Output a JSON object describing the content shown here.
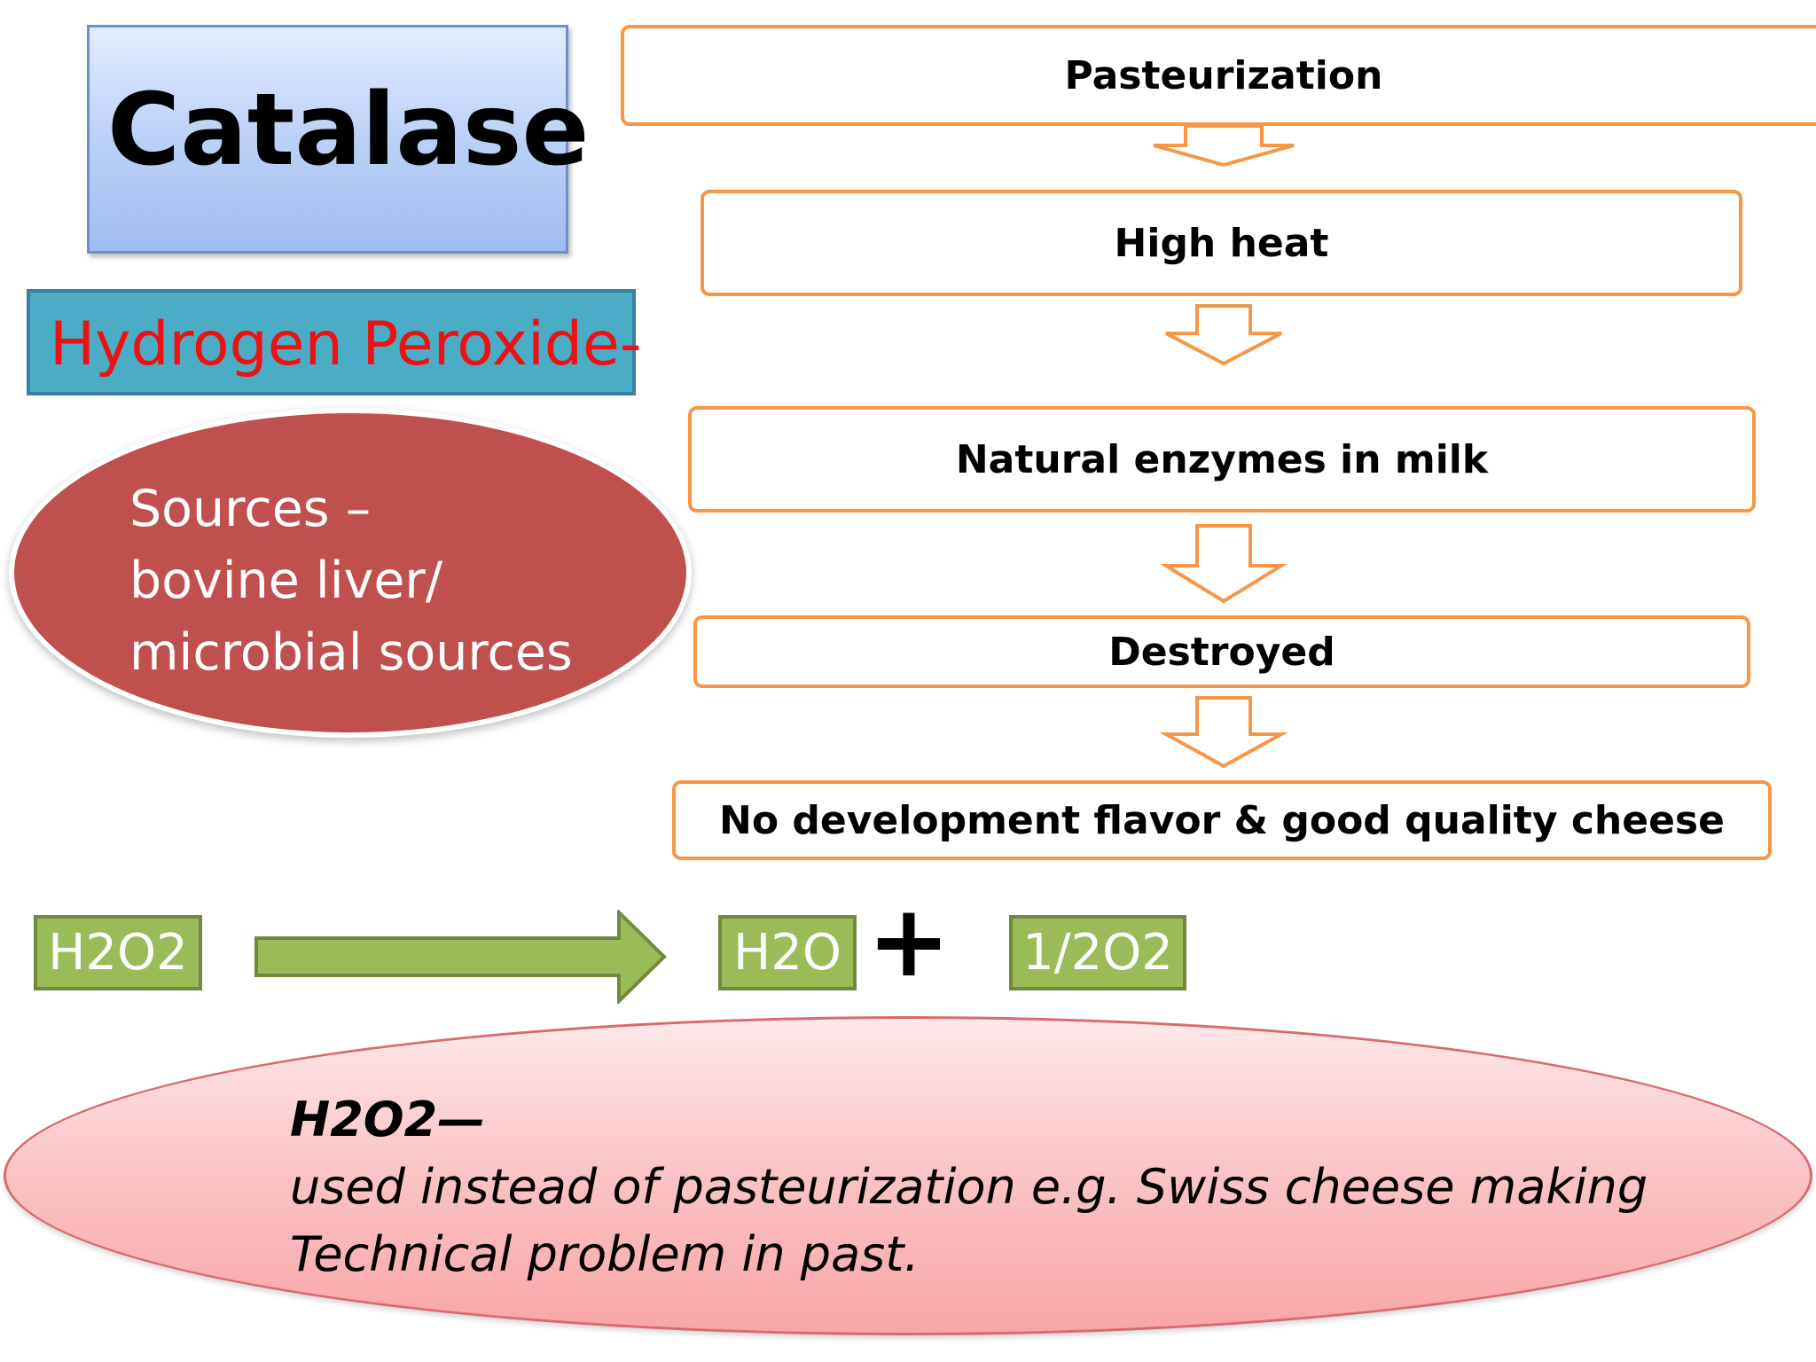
{
  "title": "Catalase",
  "banner": "Hydrogen Peroxide-",
  "sources": {
    "line1": "Sources –",
    "line2": "bovine liver/",
    "line3": "microbial sources"
  },
  "flow": [
    "Pasteurization",
    "High heat",
    "Natural enzymes in milk",
    "Destroyed",
    "No development flavor & good  quality cheese"
  ],
  "reaction": {
    "reactant": "H2O2",
    "product1": "H2O",
    "plus": "+",
    "product2": "1/2O2"
  },
  "note": {
    "heading": "H2O2—",
    "line1": "used instead of pasteurization e.g. Swiss cheese making",
    "line2": "Technical problem in past."
  },
  "colors": {
    "title_fill": "#bcd1f7",
    "banner_fill": "#4bacc6",
    "banner_text": "#ee1111",
    "sources_fill": "#c0504d",
    "flow_border": "#f79646",
    "chem_fill": "#9bbb59",
    "note_fill": "#fbc3c5"
  }
}
